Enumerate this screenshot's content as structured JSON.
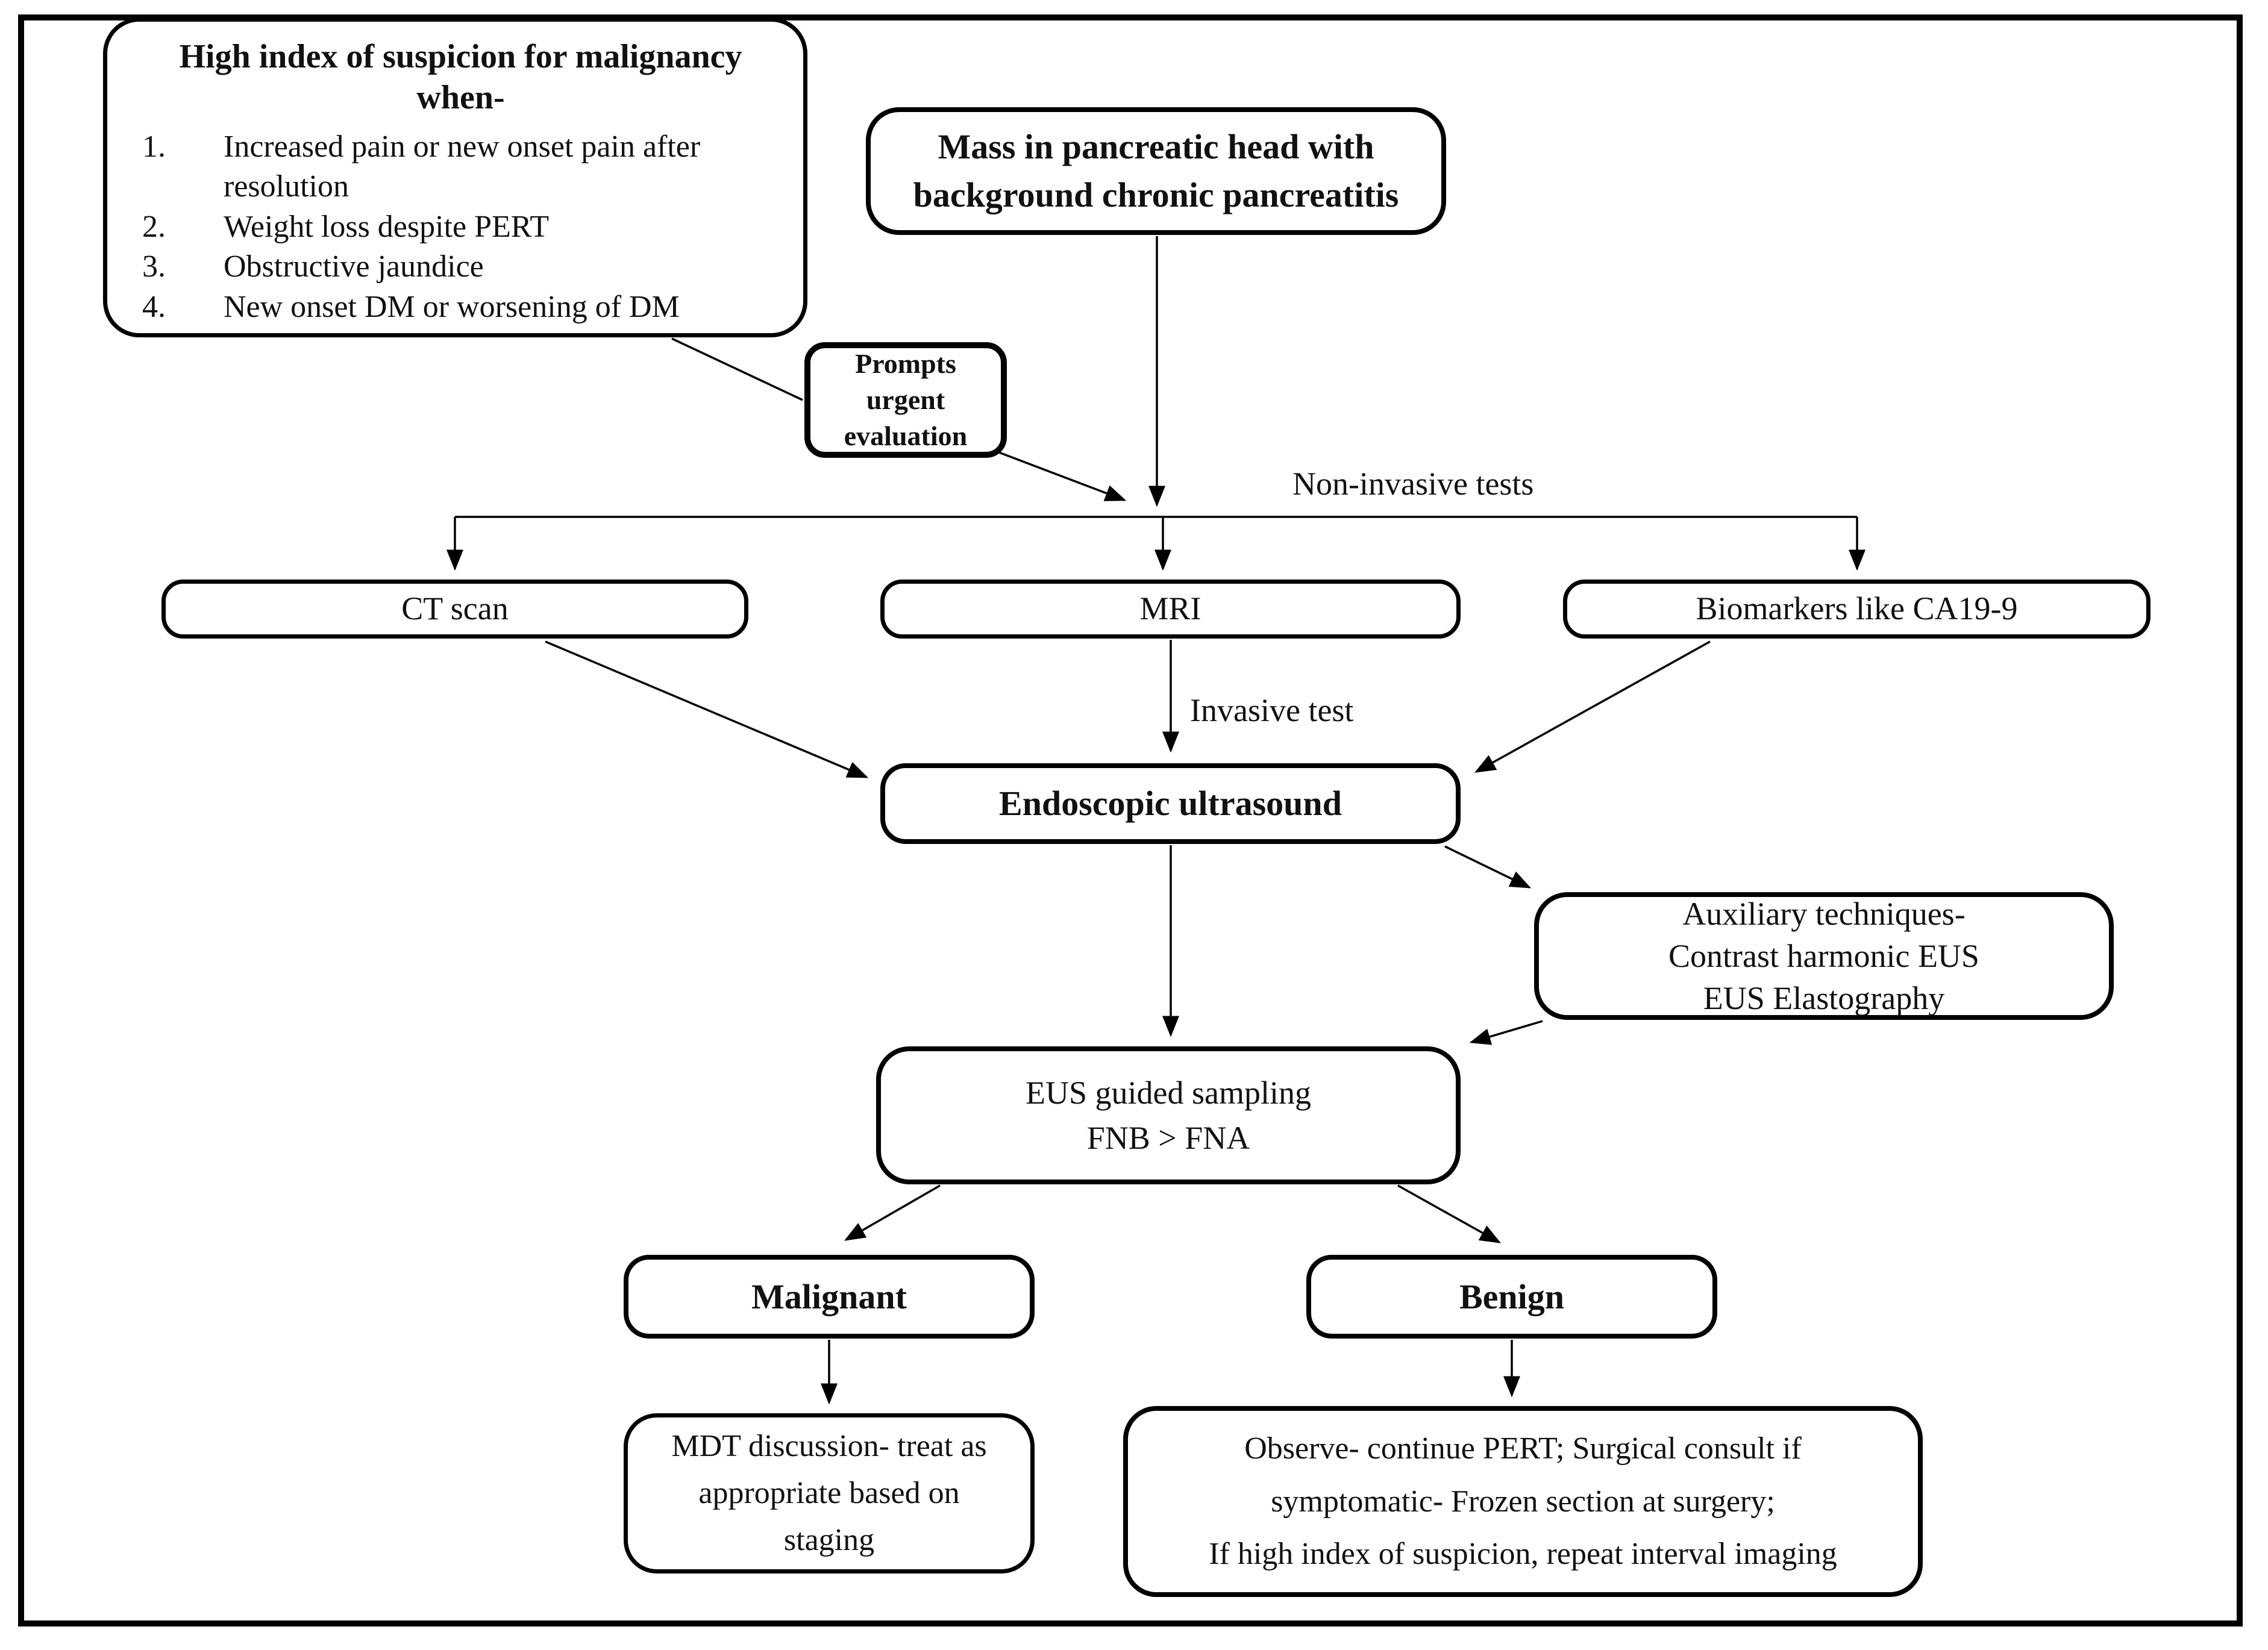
{
  "page": {
    "background": "#ffffff",
    "line_color": "#000000",
    "text_color": "#111111"
  },
  "labels": {
    "non_invasive_tests": "Non-invasive tests",
    "invasive_test": "Invasive test"
  },
  "boxes": {
    "suspicion": {
      "title": [
        "High index of suspicion for malignancy",
        "when-"
      ],
      "items": [
        {
          "num": "1.",
          "text": "Increased pain or new onset pain after resolution"
        },
        {
          "num": "2.",
          "text": "Weight loss despite PERT"
        },
        {
          "num": "3.",
          "text": "Obstructive jaundice"
        },
        {
          "num": "4.",
          "text": "New onset DM or worsening of DM"
        }
      ]
    },
    "mass": {
      "lines": [
        "Mass in pancreatic head with",
        "background chronic pancreatitis"
      ]
    },
    "prompts": {
      "lines": [
        "Prompts",
        "urgent",
        "evaluation"
      ]
    },
    "ct": {
      "label": "CT scan"
    },
    "mri": {
      "label": "MRI"
    },
    "biomarkers": {
      "label": "Biomarkers like CA19-9"
    },
    "eus": {
      "label": "Endoscopic ultrasound"
    },
    "auxiliary": {
      "lines": [
        "Auxiliary techniques-",
        "Contrast harmonic EUS",
        "EUS Elastography"
      ]
    },
    "sampling": {
      "lines": [
        "EUS guided sampling",
        "FNB > FNA"
      ]
    },
    "malignant": {
      "label": "Malignant"
    },
    "benign": {
      "label": "Benign"
    },
    "mdt": {
      "lines": [
        "MDT discussion- treat as",
        "appropriate based on",
        "staging"
      ]
    },
    "observe": {
      "lines": [
        "Observe- continue PERT; Surgical consult if",
        "symptomatic- Frozen section at surgery;",
        "If high index of suspicion, repeat interval imaging"
      ]
    }
  }
}
